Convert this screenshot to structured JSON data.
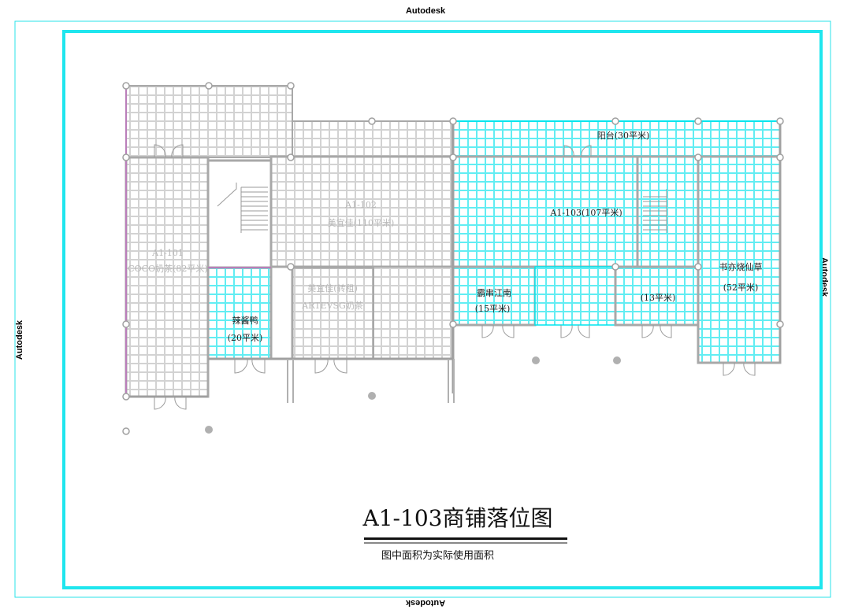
{
  "watermarks": {
    "top": "Autodesk",
    "bottom": "Autodesk",
    "left": "Autodesk",
    "right": "Autodesk"
  },
  "rooms": {
    "balcony": "阳台(30平米)",
    "a1_103": "A1-103(107平米)",
    "a1_102_code": "A1-102",
    "a1_102_name": "美宜佳(110平米)",
    "a1_101_code": "A1-101",
    "a1_101_name": "COCO奶茶(82平米)",
    "meiyijia_transfer": "美宜佳(转租)",
    "artevsg": "ARTEVSG奶茶",
    "lajiaoya": "辣酱鸭",
    "lajiaoya_area": "(20平米)",
    "bachuan_name": "霸串江南",
    "bachuan_area": "(15平米)",
    "small_room_area": "(13平米)",
    "shuyi_name": "书亦烧仙草",
    "shuyi_area": "(52平米)"
  },
  "title": "A1-103商铺落位图",
  "subtitle": "图中面积为实际使用面积",
  "colors": {
    "highlight": "#00e5ee",
    "frame": "#1fe6ee",
    "wall": "#a8a8a8",
    "grid": "#c8c8c8",
    "accent_magenta": "#c070c0"
  }
}
